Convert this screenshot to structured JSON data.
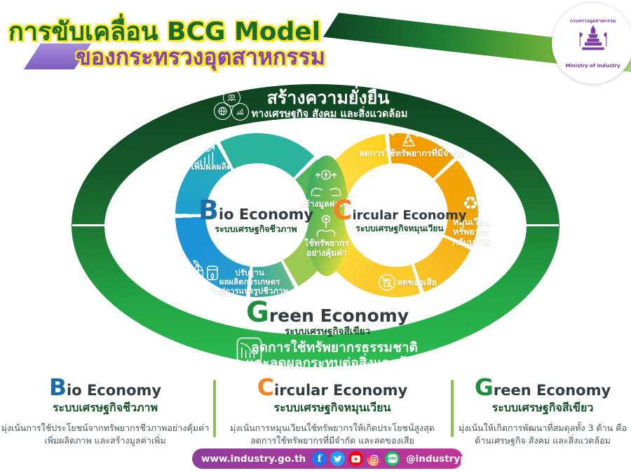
{
  "header": {
    "title_line1": "การขับเคลื่อน BCG Model",
    "title_line2": "ของกระทรวงอุตสาหกรรม",
    "logo": {
      "thai": "กระทรวงอุตสาหกรรม",
      "english": "Ministry of Industry"
    }
  },
  "sustainability": {
    "heading": "สร้างความยั่งยืน",
    "subheading": "ทางเศรษฐกิจ สังคม และสิ่งแวดล้อม"
  },
  "bio": {
    "initial": "B",
    "title_rest": "io Economy",
    "subtitle": "ระบบเศรษฐกิจชีวภาพ",
    "label_productivity": "เพิ่มผลผลิต",
    "label_transform": [
      "ปรับฐาน",
      "ผลผลิตการเกษตร",
      "ไปสู่การแปรรูปชีวภาพ"
    ]
  },
  "circular": {
    "initial": "C",
    "title_rest": "ircular Economy",
    "subtitle": "ระบบเศรษฐกิจหมุนเวียน",
    "label_limited": "ลดการใช้ทรัพยากรที่มีจำกัด",
    "label_recycle": [
      "หมุนเวียน",
      "ทรัพยากร",
      "กลับมาใช้"
    ],
    "label_waste": "ลดของเสีย"
  },
  "shared": {
    "label_value": "สร้างมูลค่าเพิ่ม",
    "label_resources": [
      "ใช้ทรัพยากร",
      "อย่างคุ้มค่า"
    ]
  },
  "green": {
    "initial": "G",
    "title_rest": "reen Economy",
    "subtitle": "ระบบเศรษฐกิจสีเขียว",
    "band": [
      "ลดการใช้ทรัพยากรธรรมชาติ",
      "และลดผลกระทบต่อสิ่งแวดล้อม"
    ]
  },
  "columns": [
    {
      "initial": "B",
      "title_rest": "io Economy",
      "subtitle": "ระบบเศรษฐกิจชีวภาพ",
      "desc": [
        "มุ่งเน้นการใช้ประโยชน์จากทรัพยากรชีวภาพอย่างคุ้มค่า",
        "เพิ่มผลิตภาพ และสร้างมูลค่าเพิ่ม"
      ],
      "accent": "#1b6ca8"
    },
    {
      "initial": "C",
      "title_rest": "ircular Economy",
      "subtitle": "ระบบเศรษฐกิจหมุนเวียน",
      "desc": [
        "มุ่งเน้นการหมุนเวียนใช้ทรัพยากรให้เกิดประโยชน์สูงสุด",
        "ลดการใช้ทรัพยากรที่มีจำกัด และลดของเสีย"
      ],
      "accent": "#f58220"
    },
    {
      "initial": "G",
      "title_rest": "reen Economy",
      "subtitle": "ระบบเศรษฐกิจสีเขียว",
      "desc": [
        "มุ่งเน้นให้เกิดการพัฒนาที่สมดุลทั้ง 3 ด้าน คือ",
        "ด้านเศรษฐกิจ สังคม และสิ่งแวดล้อม"
      ],
      "accent": "#1e8f3e"
    }
  ],
  "footer": {
    "website": "www.industry.go.th",
    "handle": "@industryprmoi",
    "social": [
      "facebook",
      "twitter",
      "youtube",
      "instagram",
      "line"
    ]
  },
  "icons": {
    "recycle_glyph": "♻",
    "sustainability_cluster": [
      "people-icon",
      "globe-icon",
      "bar-chart-icon"
    ]
  },
  "colors": {
    "title_green": "#1a6b30",
    "title_purple": "#7d42c4",
    "outline_yellow": "#ffe81a",
    "oval_dark_green": "#0d4020",
    "oval_bright_green": "#2dbf52",
    "bio_blue": "#1b6ca8",
    "circular_orange": "#f58220",
    "green_green": "#1e8f3e",
    "footer_gradient": [
      "#8f3d9e",
      "#c03598"
    ],
    "divider_green": "#8bc34a"
  }
}
